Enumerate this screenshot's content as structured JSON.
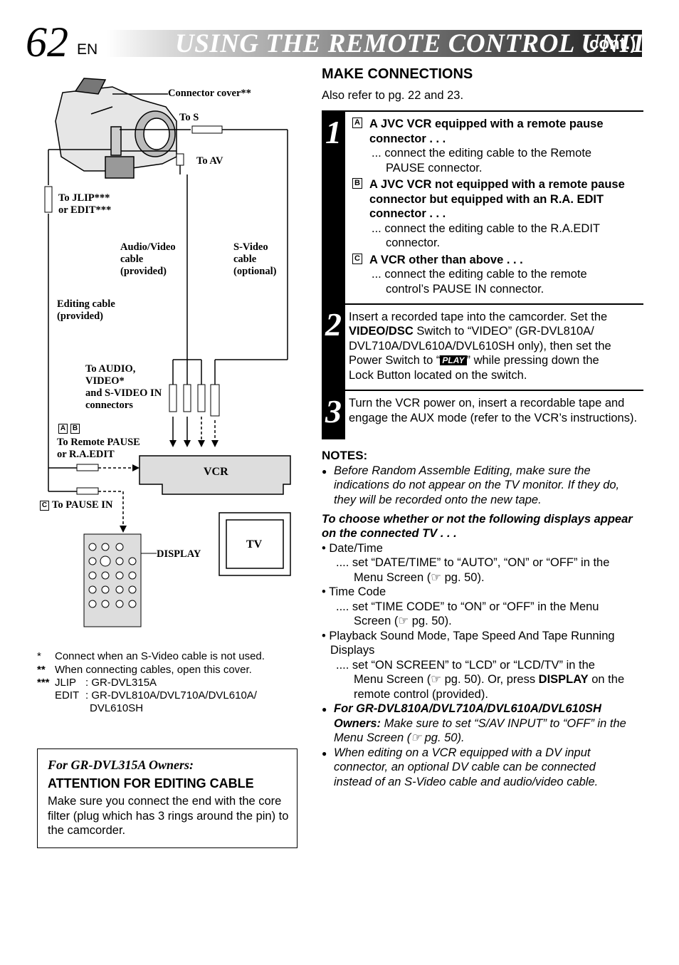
{
  "header": {
    "page_number": "62",
    "lang": "EN",
    "title": "USING THE REMOTE CONTROL UNIT",
    "title_suffix": "(cont.)"
  },
  "diagram": {
    "connector_cover": "Connector cover**",
    "to_s": "To S",
    "to_av": "To AV",
    "to_jlip_1": "To JLIP***",
    "to_jlip_2": "or EDIT***",
    "av_cable_1": "Audio/Video",
    "av_cable_2": "cable",
    "av_cable_3": "(provided)",
    "svideo_1": "S-Video",
    "svideo_2": "cable",
    "svideo_3": "(optional)",
    "editing_cable_1": "Editing cable",
    "editing_cable_2": "(provided)",
    "to_audio_1": "To AUDIO,",
    "to_audio_2": "VIDEO*",
    "to_audio_3": "and S-VIDEO IN",
    "to_audio_4": "connectors",
    "letter_a": "A",
    "letter_b": "B",
    "letter_c": "C",
    "remote_pause_1": "To Remote PAUSE",
    "remote_pause_2": "or R.A.EDIT",
    "to_pause_in": "To PAUSE IN",
    "vcr": "VCR",
    "tv": "TV",
    "display": "DISPLAY"
  },
  "footnotes": {
    "f1_mark": "*",
    "f1_text": "Connect when an S-Video cable is not used.",
    "f2_mark": "**",
    "f2_text": "When connecting cables, open this cover.",
    "f3_mark": "***",
    "f3_jlip": "JLIP",
    "f3_jlip_val": ": GR-DVL315A",
    "f3_edit": "EDIT",
    "f3_edit_val": ": GR-DVL810A/DVL710A/DVL610A/",
    "f3_edit_val2": "DVL610SH"
  },
  "attention": {
    "owner": "For GR-DVL315A Owners:",
    "title": "ATTENTION FOR EDITING CABLE",
    "body": "Make sure you connect the end with the core filter (plug which has 3 rings around the pin) to the camcorder."
  },
  "make_connections": {
    "heading": "MAKE CONNECTIONS",
    "ref": "Also refer to pg. 22 and 23."
  },
  "steps": {
    "s1_num": "1",
    "a_letter": "A",
    "a_head_1": "A JVC VCR equipped with a remote pause",
    "a_head_2": "connector . . .",
    "a_body_1": "... connect the editing cable to the Remote",
    "a_body_2": "PAUSE connector.",
    "b_letter": "B",
    "b_head_1": "A JVC VCR not equipped with a remote pause",
    "b_head_2": "connector but equipped with an R.A. EDIT",
    "b_head_3": "connector . . .",
    "b_body_1": "... connect the editing cable to the R.A.EDIT",
    "b_body_2": "connector.",
    "c_letter": "C",
    "c_head": "A VCR other than above . . .",
    "c_body_1": "... connect the editing cable to the remote",
    "c_body_2": "control’s PAUSE IN connector.",
    "s2_num": "2",
    "s2_l1": "Insert a recorded tape into the camcorder. Set the",
    "s2_l2_bold": "VIDEO/DSC",
    "s2_l2_rest": " Switch to “VIDEO” (GR-DVL810A/",
    "s2_l3": "DVL710A/DVL610A/DVL610SH only), then set the",
    "s2_l4_a": "Power Switch to “",
    "s2_play": "PLAY",
    "s2_l4_b": "” while pressing down the",
    "s2_l5": "Lock Button located on the switch.",
    "s3_num": "3",
    "s3_l1": "Turn the VCR power on, insert a recordable tape and",
    "s3_l2": "engage the AUX mode (refer to the VCR’s instructions)."
  },
  "notes": {
    "heading": "NOTES:",
    "n1_l1": "Before Random Assemble Editing, make sure the",
    "n1_l2": "indications do not appear on the TV monitor. If they do,",
    "n1_l3": "they will be recorded onto the new tape.",
    "choose_1": "To choose whether or not the following displays appear",
    "choose_2": "on the connected TV . . .",
    "dt_head": "Date/Time",
    "dt_l1": ".... set “DATE/TIME” to “AUTO”, “ON” or “OFF” in the",
    "dt_l2": "Menu Screen (☞ pg. 50).",
    "tc_head": "Time Code",
    "tc_l1": ".... set “TIME CODE” to “ON” or “OFF” in the Menu",
    "tc_l2": "Screen (☞ pg. 50).",
    "ps_head_1": "Playback Sound Mode, Tape Speed And Tape Running",
    "ps_head_2": "Displays",
    "ps_l1": ".... set “ON SCREEN” to “LCD” or “LCD/TV” in the",
    "ps_l2_a": "Menu Screen (☞ pg. 50). Or, press ",
    "ps_l2_bold": "DISPLAY",
    "ps_l2_b": " on the",
    "ps_l3": "remote control (provided).",
    "n2_bold_1": "For GR-DVL810A/DVL710A/DVL610A/DVL610SH",
    "n2_bold_2": "Owners:",
    "n2_rest_1": " Make sure to set “S/AV INPUT” to “OFF” in the",
    "n2_rest_2": "Menu Screen (☞ pg. 50).",
    "n3_l1": "When editing on a VCR equipped with a DV input",
    "n3_l2": "connector, an optional DV cable can be connected",
    "n3_l3": "instead of an S-Video cable and audio/video cable."
  }
}
